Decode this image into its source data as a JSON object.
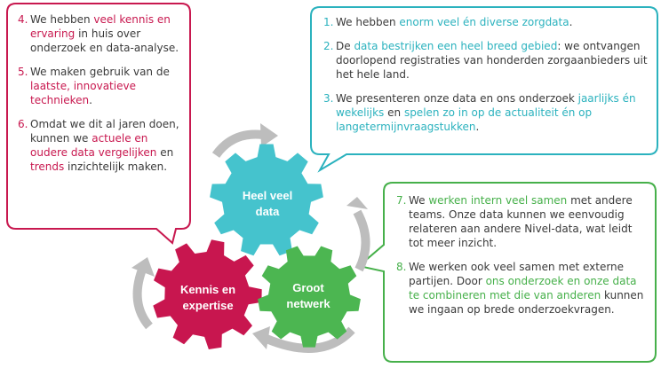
{
  "colors": {
    "pink": "#c8184f",
    "teal": "#2bb2be",
    "green": "#46b04a",
    "gear_teal": "#45c3cd",
    "gear_red": "#c8164f",
    "gear_green": "#4cb651",
    "arrow": "#bdbdbd"
  },
  "gears": {
    "data": {
      "line1": "Heel veel",
      "line2": "data"
    },
    "kennis": {
      "line1": "Kennis en",
      "line2": "expertise"
    },
    "netwerk": {
      "line1": "Groot",
      "line2": "netwerk"
    }
  },
  "box_left": {
    "items": [
      {
        "number": "4.",
        "segments": [
          "We hebben ",
          "veel kennis en ervaring",
          " in huis over onderzoek en data-analyse."
        ]
      },
      {
        "number": "5.",
        "segments": [
          "We maken gebruik van de ",
          "laatste, innovatieve technieken",
          "."
        ]
      },
      {
        "number": "6.",
        "segments": [
          "Omdat we dit al jaren doen, kunnen we ",
          "actuele en oudere data vergelijken",
          " en ",
          "trends",
          " inzichtelijk maken."
        ]
      }
    ]
  },
  "box_top": {
    "items": [
      {
        "number": "1.",
        "segments": [
          "We hebben ",
          "enorm veel én diverse zorgdata",
          "."
        ]
      },
      {
        "number": "2.",
        "segments": [
          "De ",
          "data bestrijken een heel breed gebied",
          ": we ontvangen doorlopend registraties van honderden zorgaanbieders uit het hele land."
        ]
      },
      {
        "number": "3.",
        "segments": [
          "We presenteren onze data en ons onderzoek ",
          "jaarlijks én wekelijks",
          " en ",
          "spelen zo in op de actualiteit én op langetermijnvraagstukken",
          "."
        ]
      }
    ]
  },
  "box_bottom": {
    "items": [
      {
        "number": "7.",
        "segments": [
          "We ",
          "werken intern veel samen",
          " met andere teams. Onze data kunnen we eenvoudig relateren aan andere Nivel-data, wat leidt tot meer inzicht."
        ]
      },
      {
        "number": "8.",
        "segments": [
          "We werken ook veel samen met externe partijen. Door ",
          "ons onderzoek en onze data te combineren met die van anderen",
          " kunnen we ingaan op brede onderzoekvragen."
        ]
      }
    ]
  }
}
